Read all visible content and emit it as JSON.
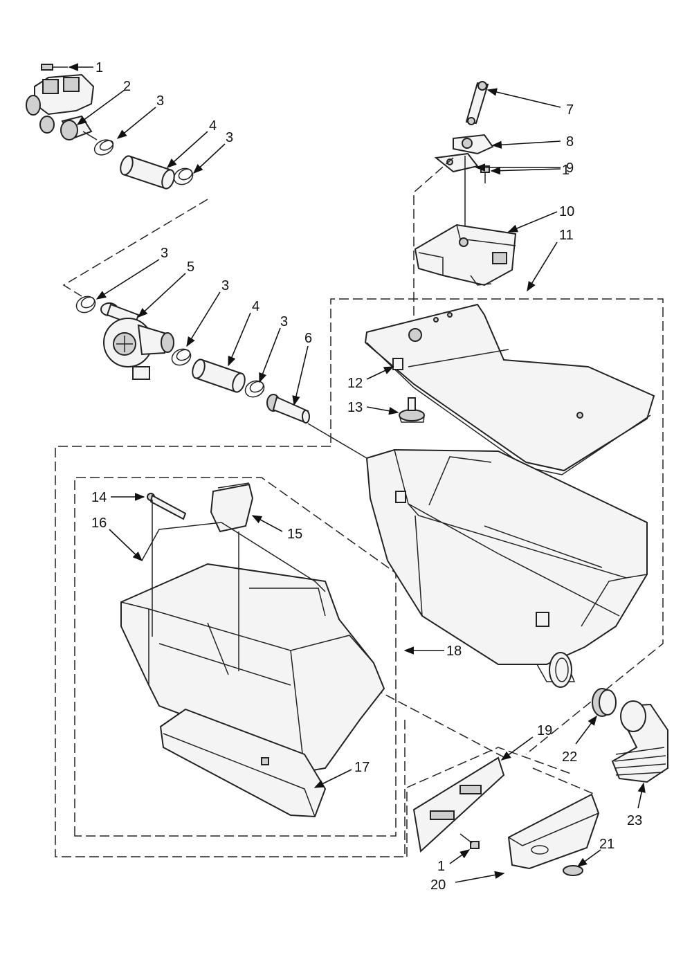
{
  "diagram": {
    "callouts": {
      "c1a": "1",
      "c2": "2",
      "c3a": "3",
      "c4a": "4",
      "c3b": "3",
      "c3c": "3",
      "c5": "5",
      "c3d": "3",
      "c4b": "4",
      "c3e": "3",
      "c6": "6",
      "c7": "7",
      "c8": "8",
      "c9": "9",
      "c1b": "1",
      "c10": "10",
      "c11": "11",
      "c12": "12",
      "c13": "13",
      "c14": "14",
      "c16": "16",
      "c15": "15",
      "c18": "18",
      "c17": "17",
      "c19": "19",
      "c22": "22",
      "c23": "23",
      "c21": "21",
      "c1c": "1",
      "c20": "20"
    }
  }
}
